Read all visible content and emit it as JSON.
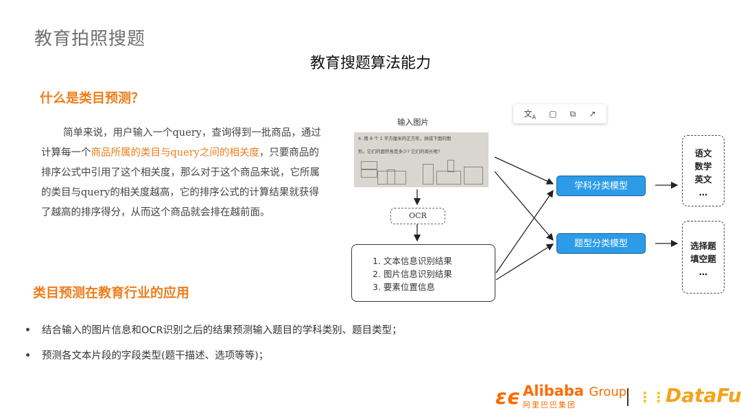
{
  "page_title": "教育拍照搜题",
  "center_title": "教育搜题算法能力",
  "section1": {
    "heading": "什么是类目预测？",
    "para_before": "简单来说，用户输入一个query，查询得到一批商品，通过计算每一个",
    "para_highlight": "商品所属的类目与query之间的相关度",
    "para_after": "，只要商品的排序公式中引用了这个相关度，那么对于这个商品来说，它所属的类目与query的相关度越高，它的排序公式的计算结果就获得了越高的排序得分，从而这个商品就会排在越前面。"
  },
  "section2": {
    "heading": "类目预测在教育行业的应用",
    "bullets": [
      "结合输入的图片信息和OCR识别之后的结果预测输入题目的学科类别、题目类型；",
      "预测各文本片段的字段类型(题干描述、选项等等)；"
    ]
  },
  "diagram": {
    "input_label": "输入图片",
    "photo_text_line1": "4. 用 8 个 1 平方厘米的正方形，拼成下面的图",
    "photo_text_line2": "形。它们的面积各是多少? 它们的周长呢?",
    "ocr_label": "OCR",
    "results": [
      "1.  文本信息识别结果",
      "2.  图片信息识别结果",
      "3.  要素位置信息"
    ],
    "model_subject": "学科分类模型",
    "model_type": "题型分类模型",
    "subject_outputs": [
      "语文",
      "数学",
      "英文",
      "…"
    ],
    "type_outputs": [
      "选择题",
      "填空题",
      "…"
    ],
    "toolbar_icons": [
      "translate-icon",
      "comment-icon",
      "copy-icon",
      "share-icon"
    ]
  },
  "footer": {
    "alibaba_name": "Alibaba",
    "alibaba_group": "Group",
    "alibaba_cn": "阿里巴巴集团",
    "separator": "|",
    "datafun": "DataFun."
  },
  "colors": {
    "accent": "#ee7d1a",
    "model_blue": "#2c9be8"
  }
}
